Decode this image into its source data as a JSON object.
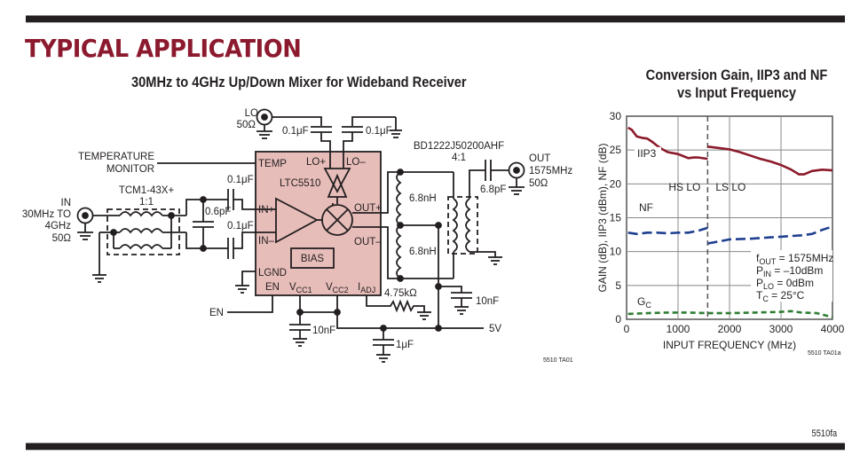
{
  "page": {
    "section_title": "TYPICAL APPLICATION",
    "page_number": "5510fa"
  },
  "schematic": {
    "title": "30MHz to 4GHz Up/Down Mixer for Wideband Receiver",
    "figure_id": "5510 TA01",
    "chip": {
      "name": "LTC5510",
      "fill_color": "#e7bdb9",
      "pins": {
        "temp": "TEMP",
        "lo_plus": "LO+",
        "lo_minus": "LO–",
        "in_plus": "IN+",
        "in_minus": "IN–",
        "out_plus": "OUT+",
        "out_minus": "OUT–",
        "lgnd": "LGND",
        "en": "EN",
        "vcc1_main": "V",
        "vcc1_sub": "CC1",
        "vcc2_main": "V",
        "vcc2_sub": "CC2",
        "iadj_main": "I",
        "iadj_sub": "ADJ"
      },
      "bias_label": "BIAS"
    },
    "lo_port": {
      "line1": "LO",
      "line2": "50Ω"
    },
    "in_port": {
      "line1": "IN",
      "line2": "30MHz TO",
      "line3": "4GHz",
      "line4": "50Ω"
    },
    "out_port": {
      "line1": "OUT",
      "line2": "1575MHz",
      "line3": "50Ω"
    },
    "temperature_monitor": {
      "line1": "TEMPERATURE",
      "line2": "MONITOR"
    },
    "input_transformer": {
      "part": "TCM1-43X+",
      "ratio": "1:1"
    },
    "output_transformer": {
      "part": "BD1222J50200AHF",
      "ratio": "4:1"
    },
    "components": {
      "c_lo_plus": "0.1μF",
      "c_lo_minus": "0.1μF",
      "c_in_plus": "0.1μF",
      "c_in_minus": "0.1μF",
      "c_in_shunt": "0.6pF",
      "c_out": "6.8pF",
      "l_top": "6.8nH",
      "l_bottom": "6.8nH",
      "r_iadj": "4.75kΩ",
      "c_vcc": "10nF",
      "c_out_bypass": "10nF",
      "c_supply": "1μF"
    },
    "en_label": "EN",
    "supply_label": "5V"
  },
  "chart_data": {
    "type": "line",
    "title": "Conversion Gain, IIP3 and NF",
    "subtitle": "vs Input Frequency",
    "xlabel": "INPUT FREQUENCY (MHz)",
    "ylabel": "GAIN (dB),  IIP3 (dBm), NF (dB)",
    "xlim": [
      0,
      4000
    ],
    "ylim": [
      0,
      30
    ],
    "xticks": [
      0,
      1000,
      2000,
      3000,
      4000
    ],
    "yticks": [
      0,
      5,
      10,
      15,
      20,
      25,
      30
    ],
    "grid": true,
    "figure_id": "5510 TA01a",
    "divider_x": 1575,
    "region_labels": [
      "HS LO",
      "LS LO"
    ],
    "conditions": [
      {
        "main": "f",
        "sub": "OUT",
        "rest": " = 1575MHz"
      },
      {
        "main": "P",
        "sub": "IN",
        "rest": " = –10dBm"
      },
      {
        "main": "P",
        "sub": "LO",
        "rest": " = 0dBm"
      },
      {
        "main": "T",
        "sub": "C",
        "rest": " = 25°C"
      }
    ],
    "series": [
      {
        "name": "IIP3",
        "label_main": "IIP3",
        "label_sub": "",
        "color": "#8c1a2a",
        "dash": "solid",
        "segments": [
          [
            [
              30,
              28.3
            ],
            [
              100,
              28.0
            ],
            [
              200,
              27.0
            ],
            [
              300,
              26.8
            ],
            [
              400,
              26.7
            ],
            [
              500,
              26.2
            ],
            [
              600,
              25.6
            ],
            [
              700,
              25.1
            ],
            [
              800,
              24.7
            ],
            [
              1000,
              24.4
            ],
            [
              1100,
              24.1
            ],
            [
              1200,
              23.8
            ],
            [
              1300,
              23.9
            ],
            [
              1400,
              23.9
            ],
            [
              1575,
              23.7
            ]
          ],
          [
            [
              1575,
              25.5
            ],
            [
              1800,
              25.3
            ],
            [
              2000,
              25.1
            ],
            [
              2200,
              24.7
            ],
            [
              2400,
              24.2
            ],
            [
              2600,
              23.7
            ],
            [
              2800,
              23.3
            ],
            [
              3000,
              22.8
            ],
            [
              3200,
              22.1
            ],
            [
              3350,
              21.4
            ],
            [
              3450,
              21.4
            ],
            [
              3600,
              21.9
            ],
            [
              3800,
              22.1
            ],
            [
              4000,
              22.0
            ]
          ]
        ]
      },
      {
        "name": "NF",
        "label_main": "NF",
        "label_sub": "",
        "color": "#1f3f8f",
        "dash": "long",
        "segments": [
          [
            [
              30,
              12.8
            ],
            [
              200,
              12.6
            ],
            [
              400,
              12.8
            ],
            [
              600,
              12.8
            ],
            [
              800,
              12.7
            ],
            [
              1000,
              12.8
            ],
            [
              1200,
              12.8
            ],
            [
              1400,
              13.1
            ],
            [
              1575,
              13.5
            ]
          ],
          [
            [
              1575,
              11.2
            ],
            [
              1800,
              11.5
            ],
            [
              2000,
              11.8
            ],
            [
              2400,
              11.9
            ],
            [
              2800,
              12.1
            ],
            [
              3000,
              12.2
            ],
            [
              3400,
              12.4
            ],
            [
              3600,
              12.6
            ],
            [
              3800,
              13.2
            ],
            [
              4000,
              13.7
            ]
          ]
        ]
      },
      {
        "name": "GC",
        "label_main": "G",
        "label_sub": "C",
        "color": "#2e7d32",
        "dash": "short",
        "segments": [
          [
            [
              30,
              0.8
            ],
            [
              400,
              0.9
            ],
            [
              800,
              1.0
            ],
            [
              1200,
              1.0
            ],
            [
              1575,
              0.9
            ],
            [
              2000,
              0.9
            ],
            [
              2500,
              1.0
            ],
            [
              3000,
              1.1
            ],
            [
              3200,
              1.2
            ],
            [
              3400,
              1.0
            ],
            [
              3700,
              0.9
            ],
            [
              4000,
              0.3
            ]
          ]
        ]
      }
    ]
  }
}
